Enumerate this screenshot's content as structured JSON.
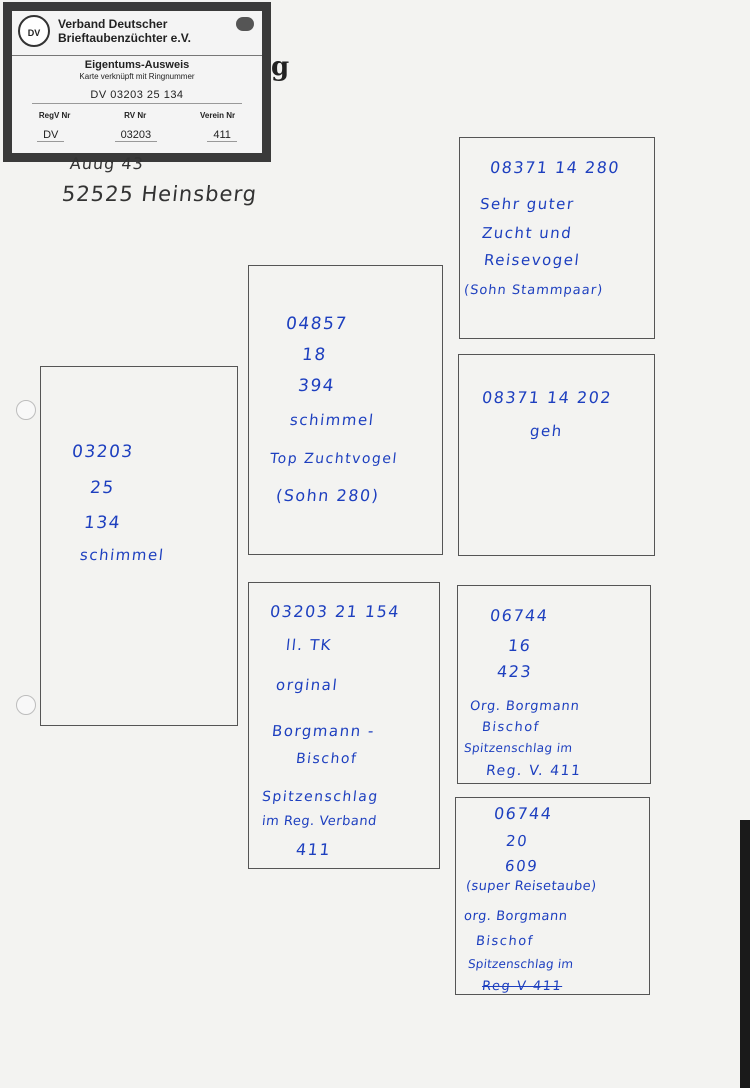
{
  "card": {
    "org_line1": "Verband Deutscher",
    "org_line2": "Brieftaubenzüchter e.V.",
    "logo_text": "DV",
    "title": "Eigentums-Ausweis",
    "subtitle": "Karte verknüpft mit Ringnummer",
    "ring_number": "DV 03203 25 134",
    "col1_label": "RegV Nr",
    "col2_label": "RV Nr",
    "col3_label": "Verein Nr",
    "col1_value": "DV",
    "col2_value": "03203",
    "col3_value": "411"
  },
  "heading_fragment": "g",
  "address": {
    "line1": "Auug 43",
    "line2": "52525 Heinsberg"
  },
  "pigeons": {
    "left": [
      "03203",
      "25",
      "134",
      "schimmel"
    ],
    "mid_top": [
      "04857",
      "18",
      "394",
      "schimmel",
      "Top Zuchtvogel",
      "(Sohn 280)"
    ],
    "mid_bottom": [
      "03203 21 154",
      "ll. TK",
      "orginal",
      "Borgmann -",
      "Bischof",
      "Spitzenschlag",
      "im Reg. Verband",
      "411"
    ],
    "right_1": [
      "08371 14 280",
      "Sehr guter",
      "Zucht und",
      "Reisevogel",
      "(Sohn Stammpaar)"
    ],
    "right_2": [
      "08371 14 202",
      "geh"
    ],
    "right_3": [
      "06744",
      "16",
      "423",
      "Org. Borgmann",
      "Bischof",
      "Spitzenschlag im",
      "Reg. V. 411"
    ],
    "right_4": [
      "06744",
      "20",
      "609",
      "(super Reisetaube)",
      "org. Borgmann",
      "Bischof",
      "Spitzenschlag im",
      "Reg V 411"
    ]
  }
}
